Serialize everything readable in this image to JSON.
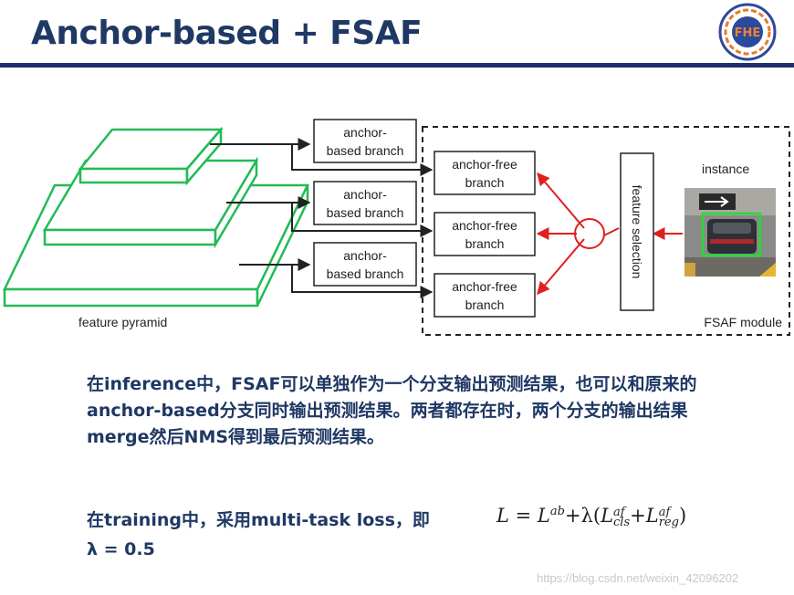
{
  "slide": {
    "title": "Anchor-based + FSAF",
    "paragraph": "在inference中，FSAF可以单独作为一个分支输出预测结果，也可以和原来的anchor-based分支同时输出预测结果。两者都存在时，两个分支的输出结果merge然后NMS得到最后预测结果。",
    "training_text": "在training中，采用multi-task loss，即",
    "lambda_text": "λ = 0.5",
    "watermark": "https://blog.csdn.net/weixin_42096202"
  },
  "diagram": {
    "pyramid_label": "feature pyramid",
    "anchor_based_label_line1": "anchor-",
    "anchor_based_label_line2": "based branch",
    "anchor_free_label_line1": "anchor-free",
    "anchor_free_label_line2": "branch",
    "feature_selection_label": "feature selection",
    "instance_label": "instance",
    "module_label": "FSAF module",
    "colors": {
      "pyramid": "#22bb55",
      "arrow_red": "#e02020",
      "arrow_black": "#222222",
      "title": "#1f3864"
    }
  },
  "formula": {
    "lhs": "L",
    "eq": " = ",
    "term1": "L",
    "term1_sup": "ab",
    "plus": "+",
    "lambda": "λ(",
    "term2": "L",
    "term2_sup": "af",
    "term2_sub": "cls",
    "plus2": "+",
    "term3": "L",
    "term3_sup": "af",
    "term3_sub": "reg",
    "close": ")"
  },
  "logo": {
    "text": "FHE",
    "icon": "institution-logo-icon"
  }
}
